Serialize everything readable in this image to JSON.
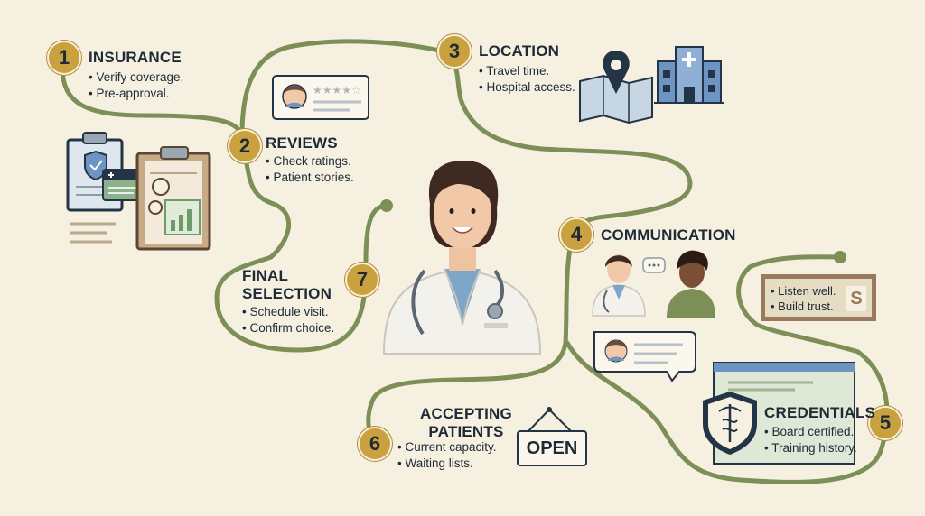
{
  "steps": [
    {
      "number": "1",
      "title": "INSURANCE",
      "bullets": [
        "Verify coverage.",
        "Pre-approval."
      ]
    },
    {
      "number": "2",
      "title": "REVIEWS",
      "bullets": [
        "Check ratings.",
        "Patient stories."
      ]
    },
    {
      "number": "3",
      "title": "LOCATION",
      "bullets": [
        "Travel time.",
        "Hospital access."
      ]
    },
    {
      "number": "4",
      "title": "COMMUNICATION",
      "bullets": [
        "Listen well.",
        "Build trust."
      ]
    },
    {
      "number": "5",
      "title": "CREDENTIALS",
      "bullets": [
        "Board certified.",
        "Training history."
      ]
    },
    {
      "number": "6",
      "title_line1": "ACCEPTING",
      "title_line2": "PATIENTS",
      "bullets": [
        "Current capacity.",
        "Waiting lists."
      ]
    },
    {
      "number": "7",
      "title_line1": "FINAL",
      "title_line2": "SELECTION",
      "bullets": [
        "Schedule visit.",
        "Confirm choice."
      ]
    }
  ],
  "open_sign": {
    "label": "OPEN"
  },
  "trust_sign": {
    "letter": "S"
  },
  "colors": {
    "background": "#f6f0e1",
    "path": "#7b8f57",
    "badge": "#c9a13e",
    "navy": "#243447",
    "accent_green": "#6f9b6a"
  },
  "icons": [
    "clipboard-shield-icon",
    "insurance-card-icon",
    "clipboard-chart-icon",
    "review-card-icon",
    "map-pin-icon",
    "hospital-icon",
    "doctor-illustration",
    "chat-bubble-icon",
    "medical-shield-icon",
    "credential-certificate-icon",
    "open-sign-icon"
  ]
}
